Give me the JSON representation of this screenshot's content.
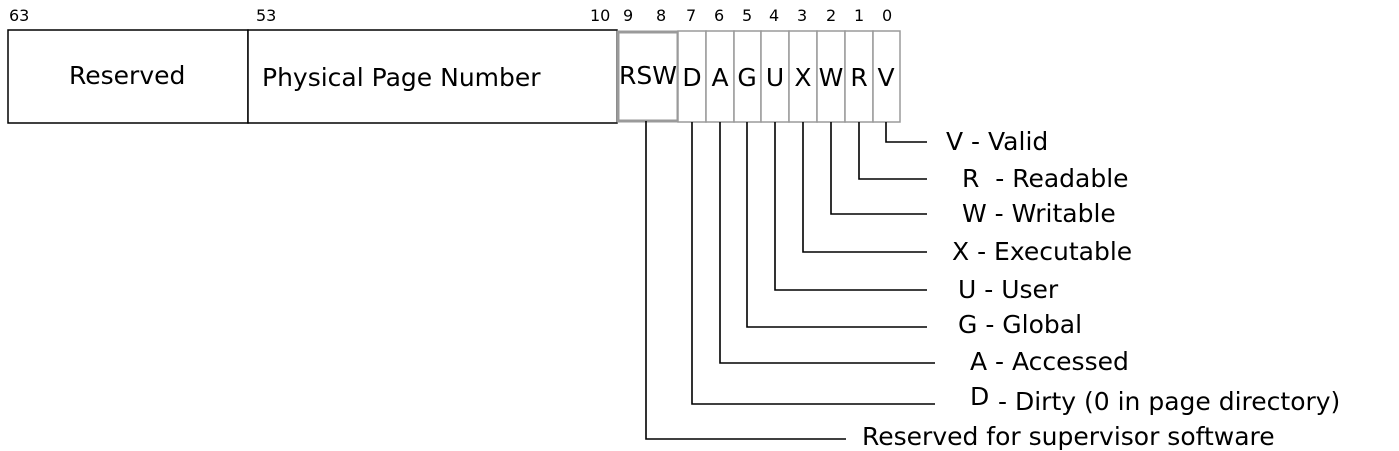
{
  "bit_numbers": {
    "b63": "63",
    "b53": "53",
    "b10": "10",
    "b9": "9",
    "b8": "8",
    "b7": "7",
    "b6": "6",
    "b5": "5",
    "b4": "4",
    "b3": "3",
    "b2": "2",
    "b1": "1",
    "b0": "0"
  },
  "fields": {
    "reserved": "Reserved",
    "ppn": "Physical Page Number",
    "rsw": "RSW"
  },
  "flags": {
    "d": "D",
    "a": "A",
    "g": "G",
    "u": "U",
    "x": "X",
    "w": "W",
    "r": "R",
    "v": "V"
  },
  "legend": {
    "v": "V - Valid",
    "r": "R  - Readable",
    "w": "W - Writable",
    "x": "X - Executable",
    "u": "U - User",
    "g": "G - Global",
    "a": "A - Accessed",
    "d_letter": "D",
    "d_rest": "- Dirty (0 in page directory)",
    "rsw": "Reserved for supervisor software"
  },
  "colors": {
    "line": "#000000",
    "box_border_dark": "#000000",
    "box_border_light": "#9a9a9a"
  }
}
